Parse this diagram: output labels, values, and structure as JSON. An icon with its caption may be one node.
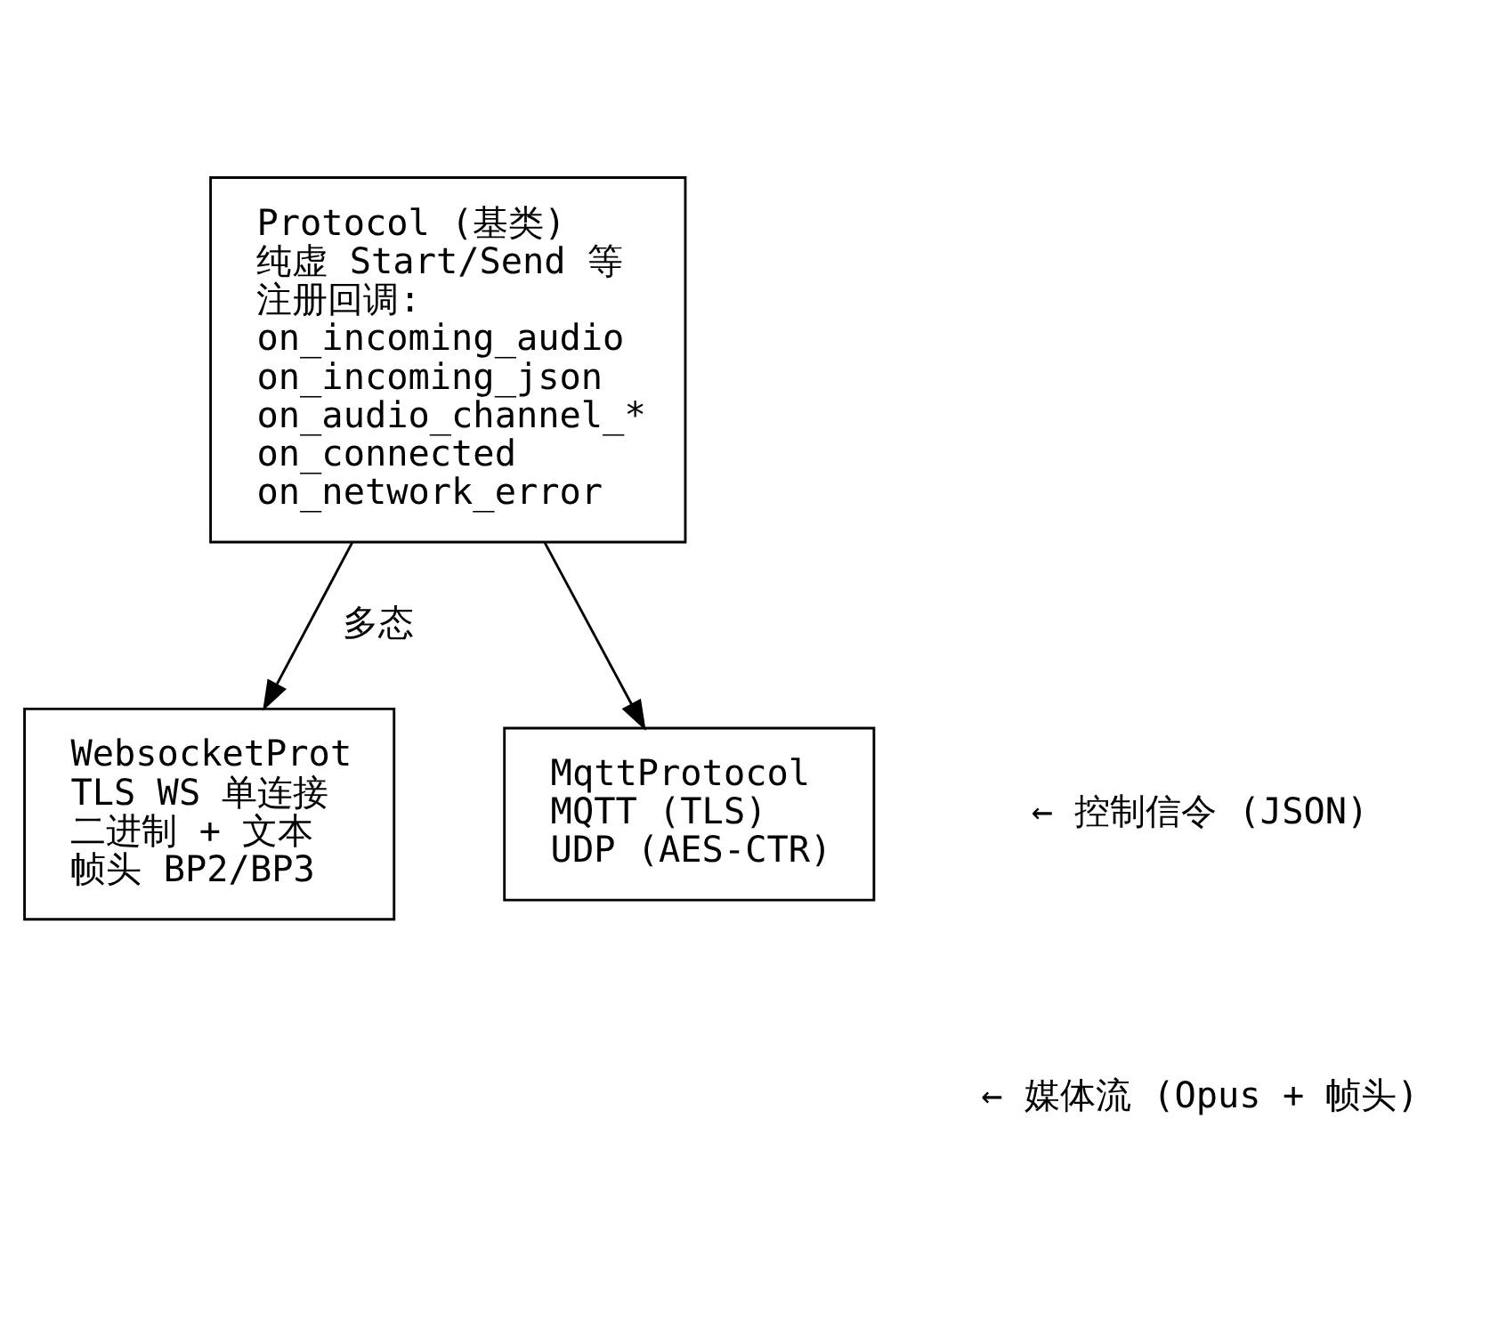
{
  "diagram": {
    "nodes": [
      {
        "text": [
          "Protocol (基类)",
          "纯虚 Start/Send 等",
          "注册回调:",
          "on_incoming_audio",
          "on_incoming_json",
          "on_audio_channel_*",
          "on_connected",
          "on_network_error"
        ]
      },
      {
        "text": [
          "WebsocketProt",
          "TLS WS 单连接",
          "二进制 + 文本",
          "帧头 BP2/BP3"
        ]
      },
      {
        "text": [
          "MqttProtocol",
          "MQTT (TLS)",
          "UDP (AES-CTR)"
        ]
      }
    ],
    "edges": [
      {
        "from": 0,
        "to": 1,
        "arrow": "to",
        "label": "多态"
      },
      {
        "from": 0,
        "to": 2,
        "arrow": "to"
      }
    ],
    "labels": [
      "← 控制信令 (JSON)",
      "← 媒体流 (Opus + 帧头)"
    ]
  }
}
